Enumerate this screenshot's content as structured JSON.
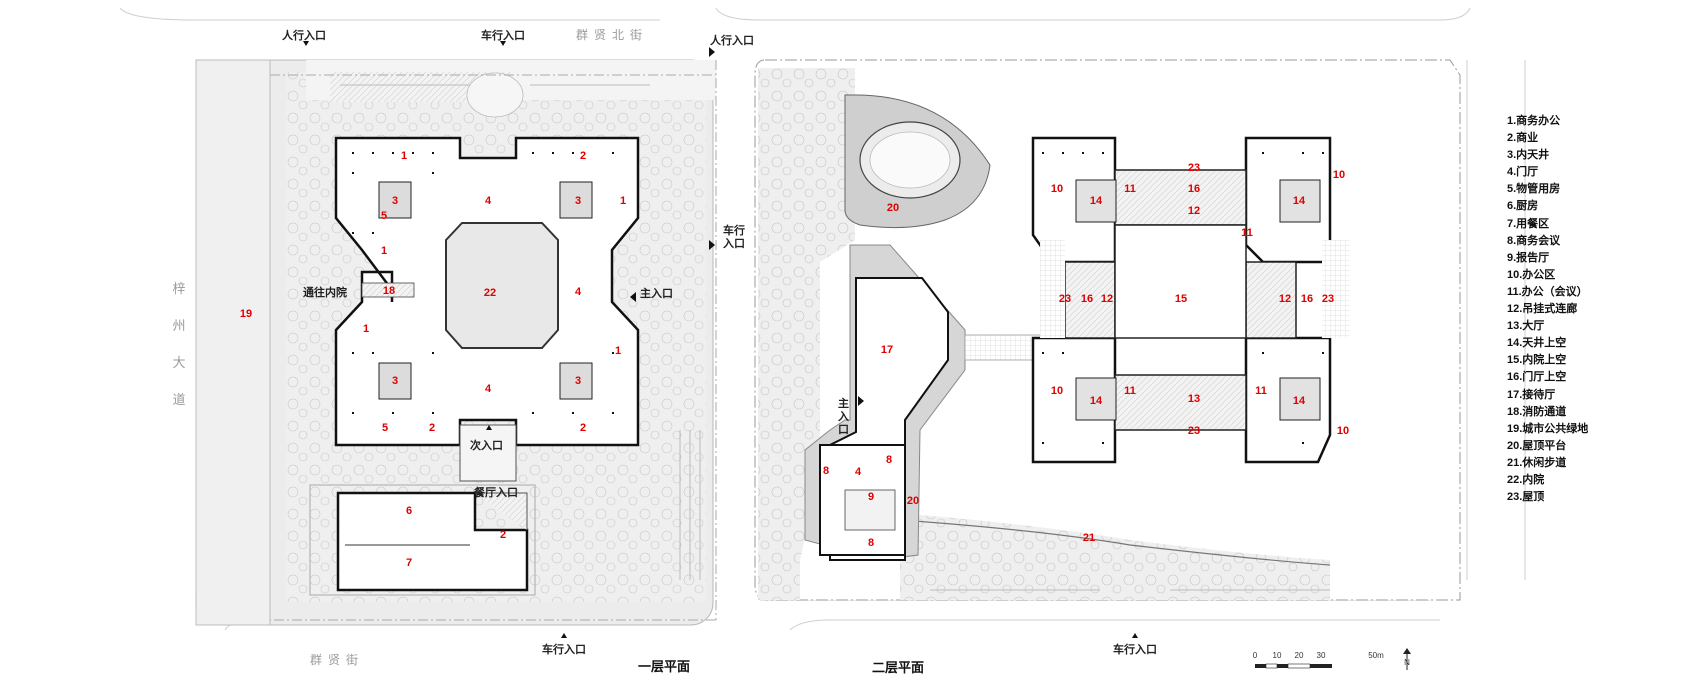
{
  "labels": {
    "ped_entry_1": "人行入口",
    "veh_entry_1": "车行入口",
    "north_street": "群贤北街",
    "ped_entry_2": "人行入口",
    "veh_entry_mid": "车行\n入口",
    "lane_to_court": "通往内院",
    "main_entry_1": "主入口",
    "secondary_entry": "次入口",
    "canteen_entry": "餐厅入口",
    "main_entry_2": "主\n入\n口",
    "west_avenue": "梓州大道",
    "south_street": "群贤街",
    "veh_entry_bottom_1": "车行入口",
    "veh_entry_bottom_2": "车行入口"
  },
  "titles": {
    "floor1": "一层平面",
    "floor2": "二层平面"
  },
  "scale": {
    "ticks": [
      "0",
      "10",
      "20",
      "30",
      "50m"
    ],
    "north": "N"
  },
  "plan1_numbers": [
    {
      "t": "1"
    },
    {
      "t": "2"
    },
    {
      "t": "3"
    },
    {
      "t": "4"
    },
    {
      "t": "3"
    },
    {
      "t": "1"
    },
    {
      "t": "5"
    },
    {
      "t": "1"
    },
    {
      "t": "22"
    },
    {
      "t": "4"
    },
    {
      "t": "18"
    },
    {
      "t": "1"
    },
    {
      "t": "3"
    },
    {
      "t": "4"
    },
    {
      "t": "3"
    },
    {
      "t": "1"
    },
    {
      "t": "5"
    },
    {
      "t": "2"
    },
    {
      "t": "2"
    },
    {
      "t": "6"
    },
    {
      "t": "2"
    },
    {
      "t": "7"
    },
    {
      "t": "19"
    }
  ],
  "plan2_numbers": [
    {
      "t": "20"
    },
    {
      "t": "17"
    },
    {
      "t": "4"
    },
    {
      "t": "8"
    },
    {
      "t": "8"
    },
    {
      "t": "9"
    },
    {
      "t": "8"
    },
    {
      "t": "20"
    },
    {
      "t": "21"
    },
    {
      "t": "23"
    },
    {
      "t": "16"
    },
    {
      "t": "12"
    },
    {
      "t": "10"
    },
    {
      "t": "14"
    },
    {
      "t": "11"
    },
    {
      "t": "10"
    },
    {
      "t": "14"
    },
    {
      "t": "11"
    },
    {
      "t": "23"
    },
    {
      "t": "16"
    },
    {
      "t": "12"
    },
    {
      "t": "15"
    },
    {
      "t": "12"
    },
    {
      "t": "16"
    },
    {
      "t": "23"
    },
    {
      "t": "10"
    },
    {
      "t": "14"
    },
    {
      "t": "11"
    },
    {
      "t": "13"
    },
    {
      "t": "11"
    },
    {
      "t": "14"
    },
    {
      "t": "10"
    },
    {
      "t": "23"
    }
  ],
  "legend": [
    "1.商务办公",
    "2.商业",
    "3.内天井",
    "4.门厅",
    "5.物管用房",
    "6.厨房",
    "7.用餐区",
    "8.商务会议",
    "9.报告厅",
    "10.办公区",
    "11.办公（会议）",
    "12.吊挂式连廊",
    "13.大厅",
    "14.天井上空",
    "15.内院上空",
    "16.门厅上空",
    "17.接待厅",
    "18.消防通道",
    "19.城市公共绿地",
    "20.屋顶平台",
    "21.休闲步道",
    "22.内院",
    "23.屋顶"
  ]
}
